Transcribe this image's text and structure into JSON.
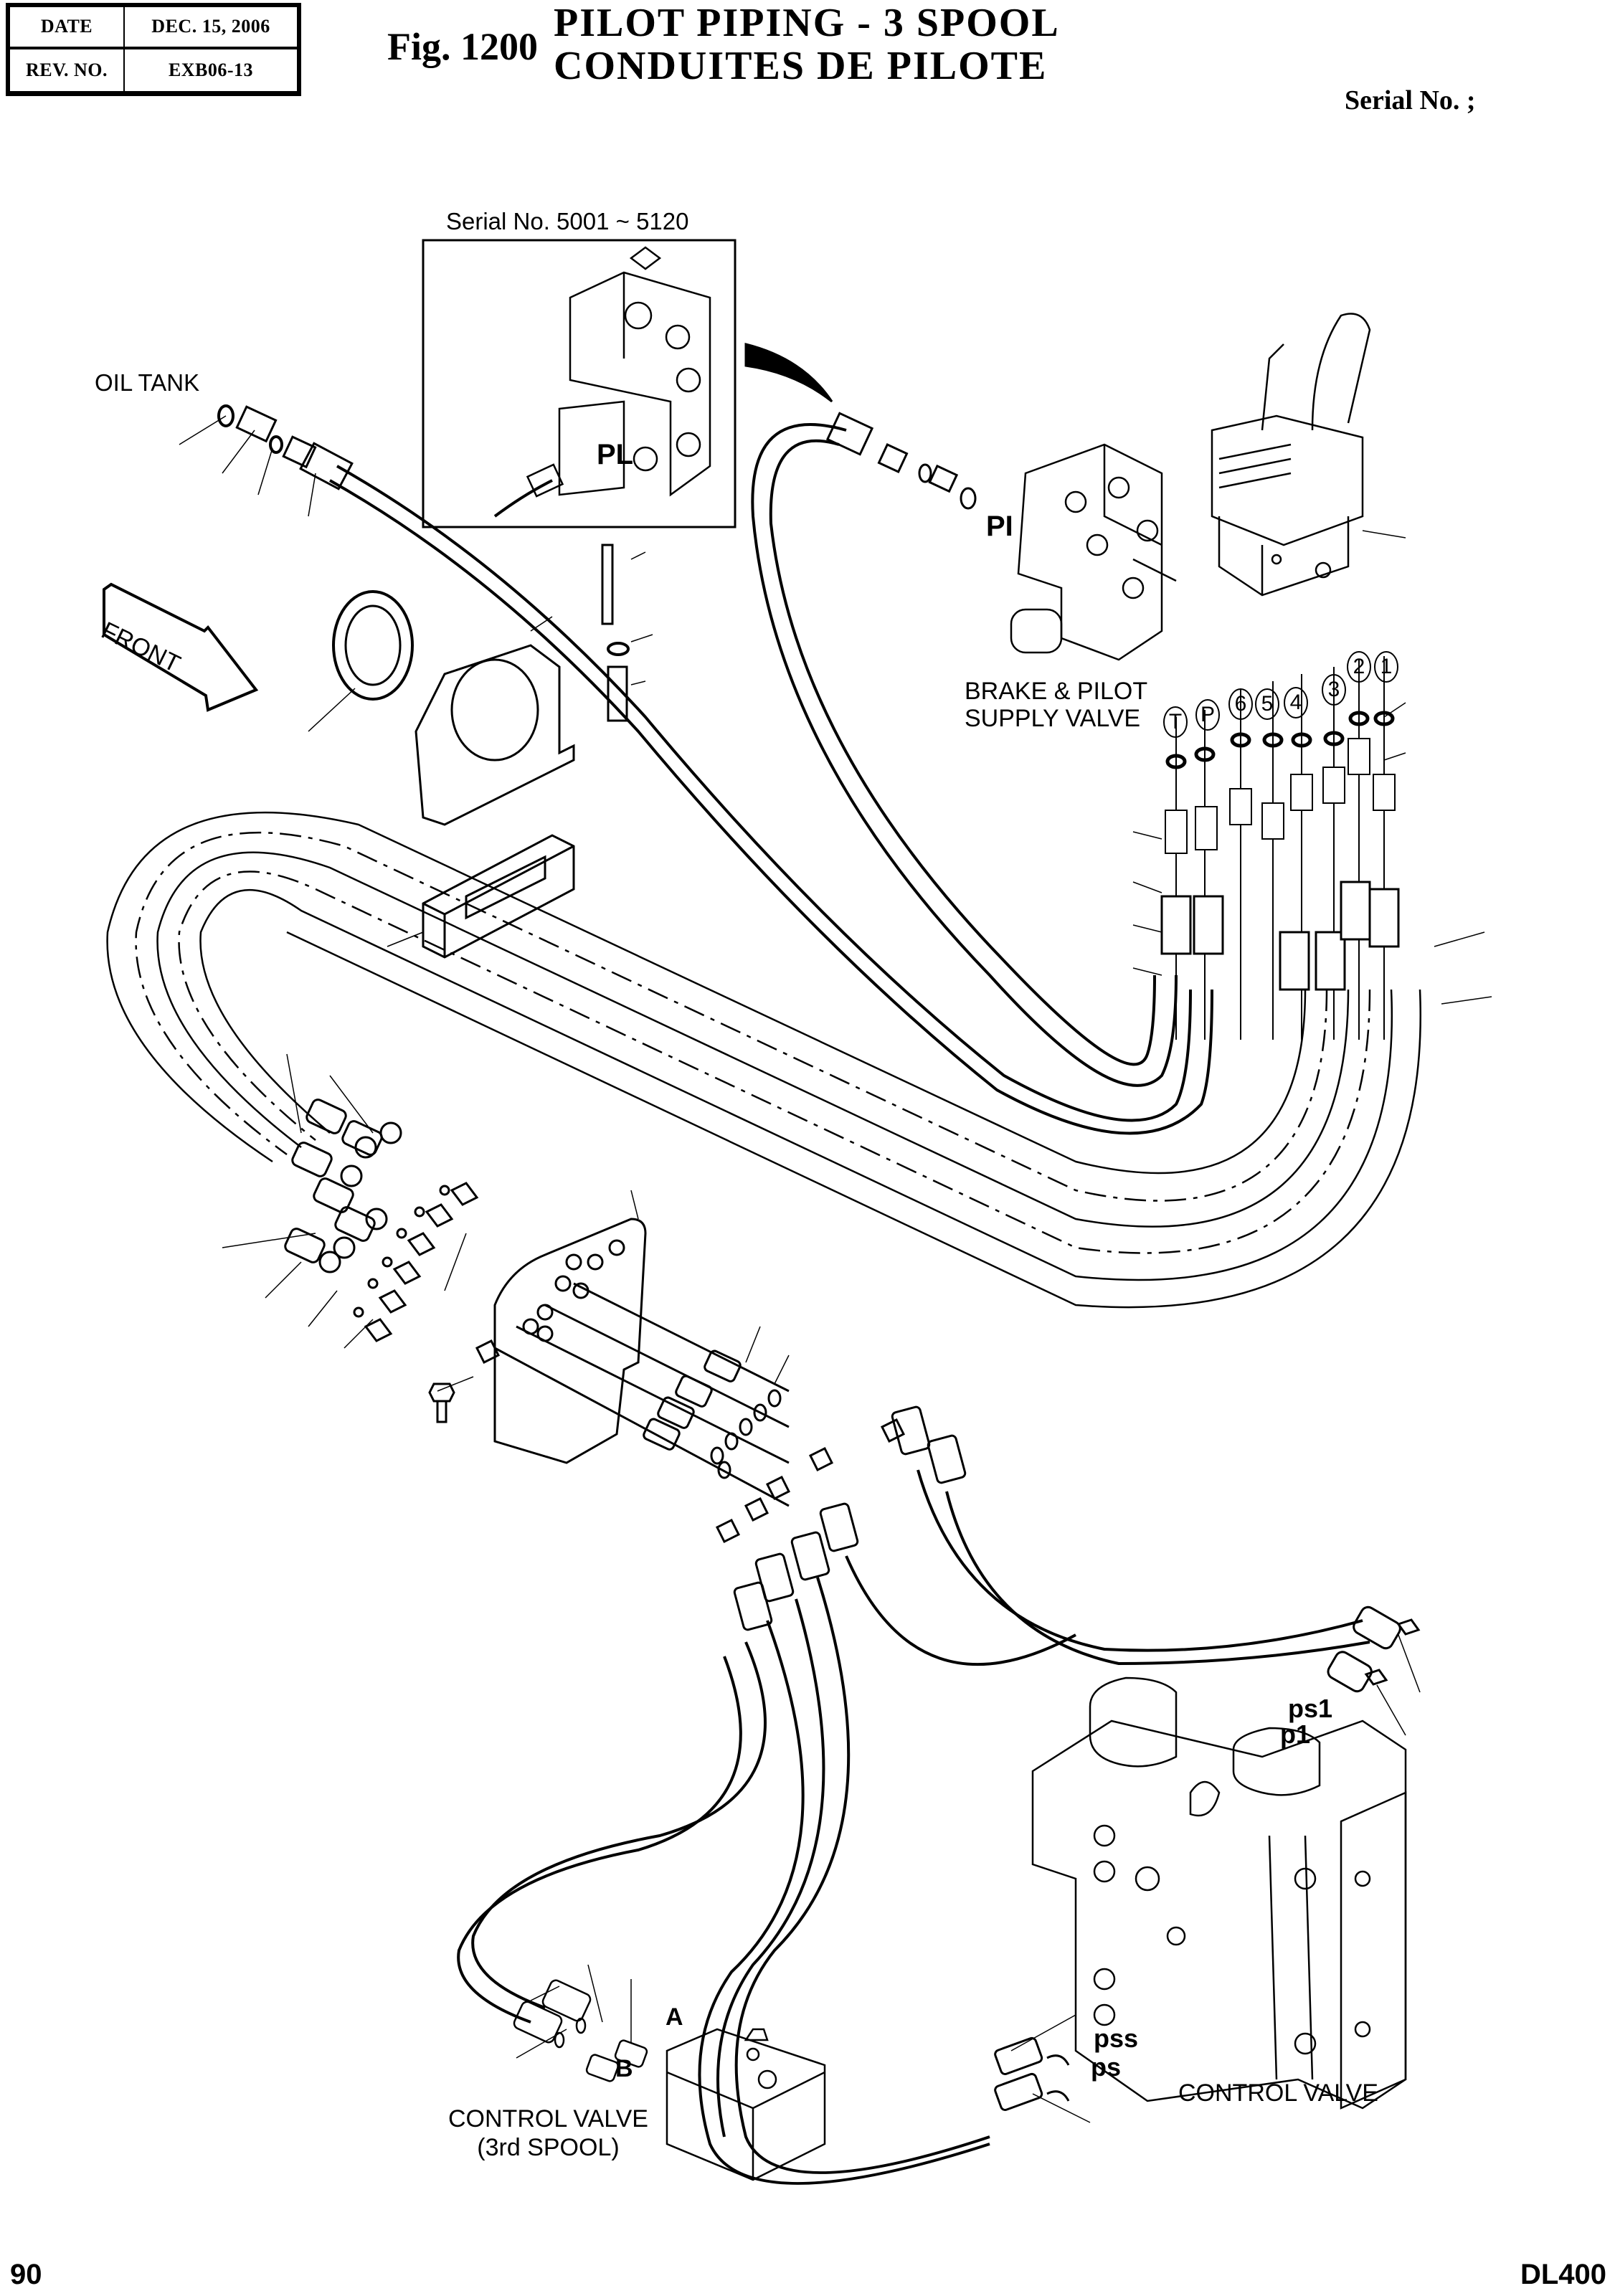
{
  "header": {
    "date_label": "DATE",
    "date_value": "DEC. 15, 2006",
    "rev_label": "REV. NO.",
    "rev_value": "EXB06-13",
    "figure_number": "Fig. 1200",
    "title_en": "PILOT PIPING - 3 SPOOL",
    "title_fr": "CONDUITES DE PILOTE",
    "serial_no": "Serial No. ;"
  },
  "labels": {
    "inset_serial": "Serial No. 5001 ~ 5120",
    "oil_tank": "OIL TANK",
    "front_arrow": "FRONT",
    "pl_port": "PL",
    "pi_port": "PI",
    "brake_pilot_line1": "BRAKE & PILOT",
    "brake_pilot_line2": "SUPPLY VALVE",
    "port_ps1": "ps1",
    "port_p1": "p1",
    "port_pss": "pss",
    "port_ps": "ps",
    "control_valve": "CONTROL VALVE",
    "port_a": "A",
    "port_b": "B",
    "control_valve_3rd_line1": "CONTROL VALVE",
    "control_valve_3rd_line2": "(3rd SPOOL)"
  },
  "joystick_ports": [
    {
      "id": "T"
    },
    {
      "id": "P"
    },
    {
      "id": "6"
    },
    {
      "id": "5"
    },
    {
      "id": "4"
    },
    {
      "id": "3"
    },
    {
      "id": "2"
    },
    {
      "id": "1"
    }
  ],
  "footer": {
    "page_number": "90",
    "model": "DL400"
  }
}
